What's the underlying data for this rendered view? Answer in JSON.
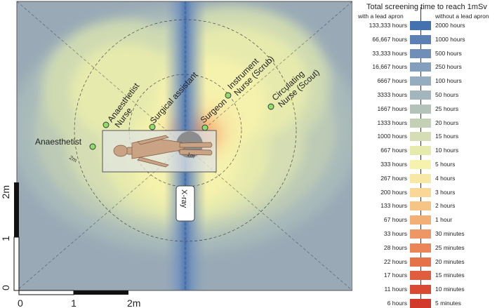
{
  "diagram": {
    "xray_label": "X-ray",
    "radius_1m_label": "1m",
    "radius_2m_label": "2m",
    "staff": [
      {
        "key": "anaesthetist",
        "label": "Anaesthetist"
      },
      {
        "key": "anaesthetist-nurse",
        "label": "Anaesthetist\nNurse"
      },
      {
        "key": "surgical-assistant",
        "label": "Surgical assistant"
      },
      {
        "key": "surgeon",
        "label": "Surgeon"
      },
      {
        "key": "instrument-nurse",
        "label": "Instrument\nNurse (Scrub)"
      },
      {
        "key": "circulating-nurse",
        "label": "Circulating\nNurse (Scout)"
      }
    ],
    "colors": {
      "marker": "#8edc6a",
      "outer": "#99aab6",
      "corridor": "#4f79b4",
      "highlight": "#e98a55"
    }
  },
  "scale": {
    "x_ticks": [
      "0",
      "1",
      "2m"
    ],
    "y_ticks": [
      "0",
      "1",
      "2m"
    ]
  },
  "legend": {
    "title": "Total screening time to reach 1mSv",
    "left_header": "with a lead apron",
    "right_header": "without a lead apron",
    "rows": [
      {
        "with_apron": "133,333 hours",
        "without_apron": "2000 hours",
        "color": "#4472b0"
      },
      {
        "with_apron": "66,667 hours",
        "without_apron": "1000 hours",
        "color": "#5a80b4"
      },
      {
        "with_apron": "33,333 hours",
        "without_apron": "500 hours",
        "color": "#6f8fb9"
      },
      {
        "with_apron": "16,667 hours",
        "without_apron": "250 hours",
        "color": "#849ebd"
      },
      {
        "with_apron": "6667 hours",
        "without_apron": "100 hours",
        "color": "#95adbf"
      },
      {
        "with_apron": "3333 hours",
        "without_apron": "50 hours",
        "color": "#a3b6bd"
      },
      {
        "with_apron": "1667 hours",
        "without_apron": "25 hours",
        "color": "#b3c3b9"
      },
      {
        "with_apron": "1333 hours",
        "without_apron": "20 hours",
        "color": "#c3d0b6"
      },
      {
        "with_apron": "1000 hours",
        "without_apron": "15 hours",
        "color": "#d4ddb3"
      },
      {
        "with_apron": "667 hours",
        "without_apron": "10 hours",
        "color": "#e6eaad"
      },
      {
        "with_apron": "333 hours",
        "without_apron": "5 hours",
        "color": "#f4f2ac"
      },
      {
        "with_apron": "267 hours",
        "without_apron": "4 hours",
        "color": "#f8e8a6"
      },
      {
        "with_apron": "200 hours",
        "without_apron": "3 hours",
        "color": "#f8d797"
      },
      {
        "with_apron": "133 hours",
        "without_apron": "2 hours",
        "color": "#f6c586"
      },
      {
        "with_apron": "67 hours",
        "without_apron": "1 hour",
        "color": "#f3b076"
      },
      {
        "with_apron": "33 hours",
        "without_apron": "30 minutes",
        "color": "#ee9764"
      },
      {
        "with_apron": "28 hours",
        "without_apron": "25 minutes",
        "color": "#eb8557"
      },
      {
        "with_apron": "22 hours",
        "without_apron": "20 minutes",
        "color": "#e6724a"
      },
      {
        "with_apron": "17 hours",
        "without_apron": "15 minutes",
        "color": "#e05e3e"
      },
      {
        "with_apron": "11 hours",
        "without_apron": "10 minutes",
        "color": "#d94a33"
      },
      {
        "with_apron": "6 hours",
        "without_apron": "5 minutes",
        "color": "#d2392b"
      }
    ]
  }
}
